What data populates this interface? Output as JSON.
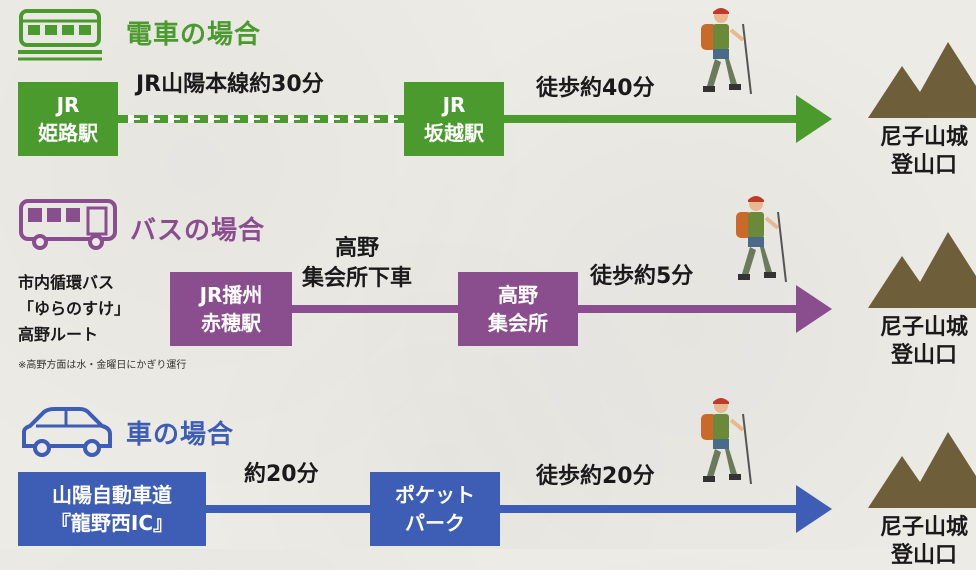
{
  "colors": {
    "train": "#4a9a2e",
    "bus": "#8a4e8e",
    "car": "#3e5db4",
    "mountain": "#6e5e3a",
    "hiker_pack": "#c96a2a"
  },
  "train": {
    "title": "電車の場合",
    "icon": "train-icon",
    "start_line1": "JR",
    "start_line2": "姫路駅",
    "ride_label": "JR山陽本線約30分",
    "mid_line1": "JR",
    "mid_line2": "坂越駅",
    "walk_label": "徒歩約40分",
    "dest_line1": "尼子山城",
    "dest_line2": "登山口"
  },
  "bus": {
    "title": "バスの場合",
    "icon": "bus-icon",
    "route_line1": "市内循環バス",
    "route_line2": "「ゆらのすけ」",
    "route_line3": "高野ルート",
    "note": "※高野方面は水・金曜日にかぎり運行",
    "start_line1": "JR播州",
    "start_line2": "赤穂駅",
    "ride_line1": "高野",
    "ride_line2": "集会所下車",
    "mid_line1": "高野",
    "mid_line2": "集会所",
    "walk_label": "徒歩約5分",
    "dest_line1": "尼子山城",
    "dest_line2": "登山口"
  },
  "car": {
    "title": "車の場合",
    "icon": "car-icon",
    "start_line1": "山陽自動車道",
    "start_line2": "『龍野西IC』",
    "ride_label": "約20分",
    "mid_line1": "ポケット",
    "mid_line2": "パーク",
    "walk_label": "徒歩約20分",
    "dest_line1": "尼子山城",
    "dest_line2": "登山口"
  }
}
